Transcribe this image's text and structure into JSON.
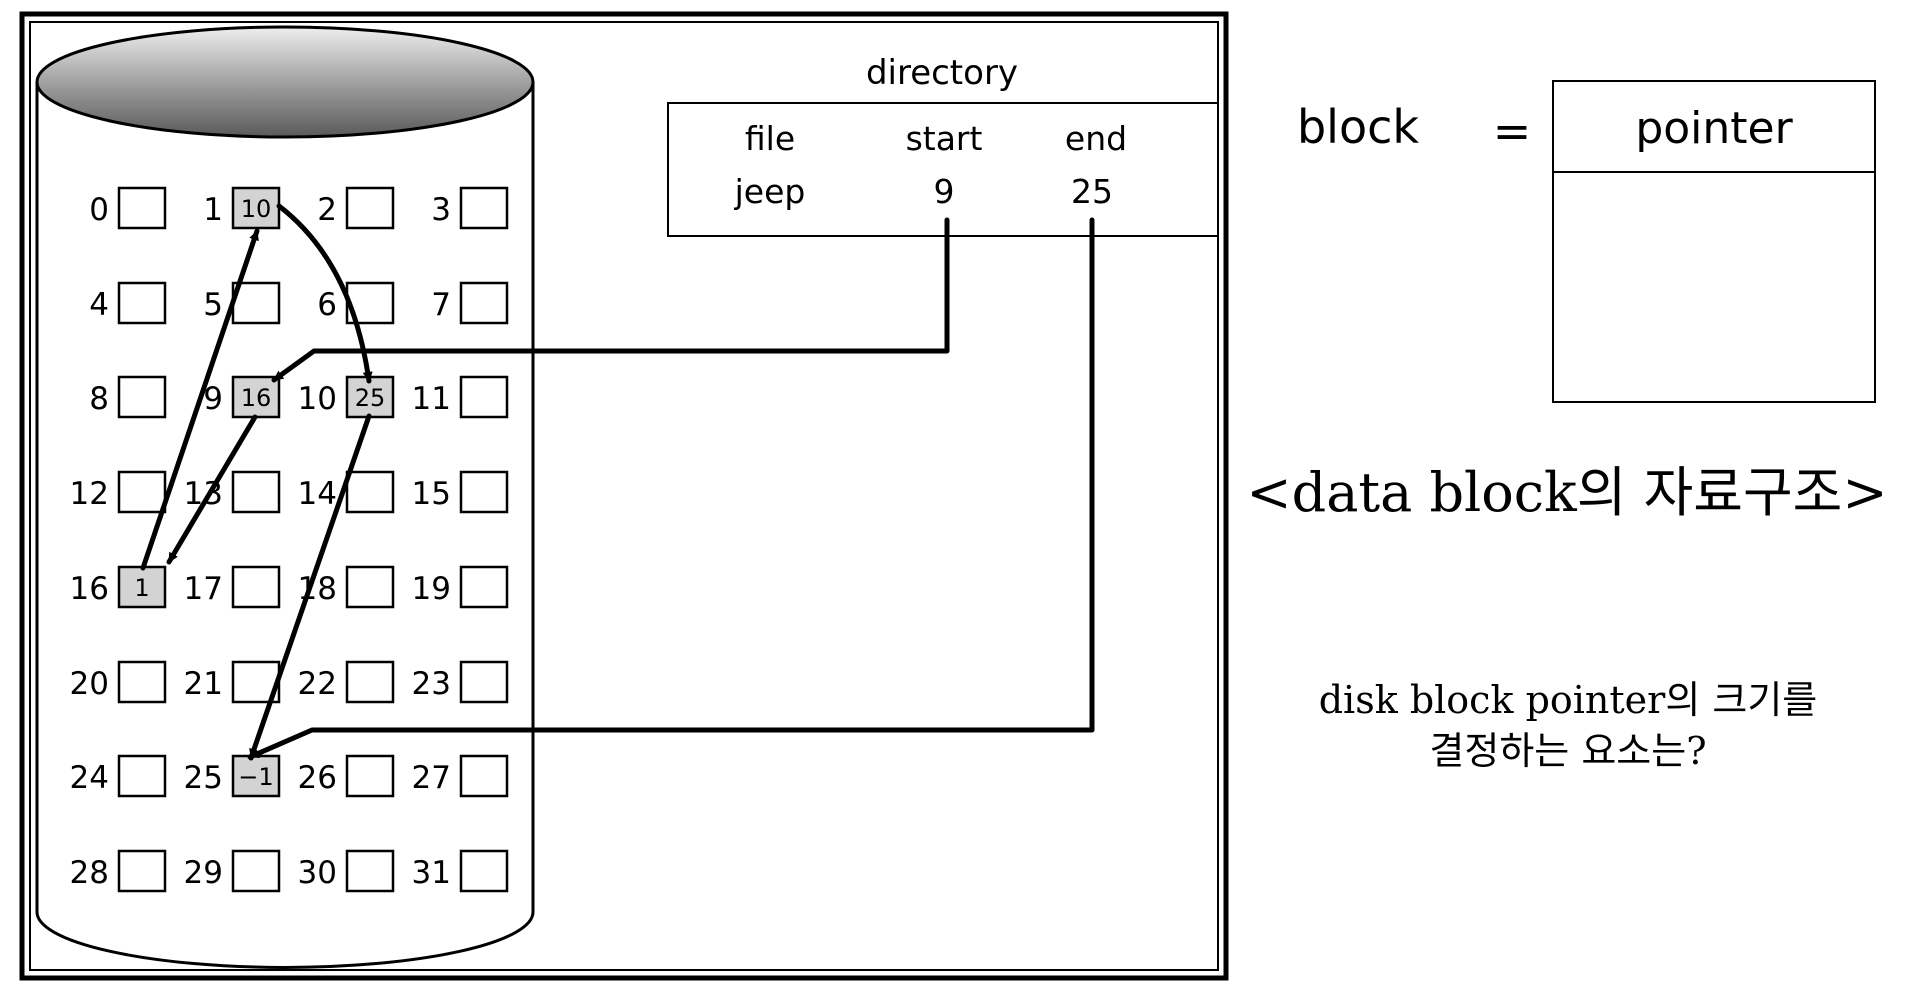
{
  "disk": {
    "blocks": [
      {
        "number": "0",
        "value": ""
      },
      {
        "number": "1",
        "value": "10"
      },
      {
        "number": "2",
        "value": ""
      },
      {
        "number": "3",
        "value": ""
      },
      {
        "number": "4",
        "value": ""
      },
      {
        "number": "5",
        "value": ""
      },
      {
        "number": "6",
        "value": ""
      },
      {
        "number": "7",
        "value": ""
      },
      {
        "number": "8",
        "value": ""
      },
      {
        "number": "9",
        "value": "16"
      },
      {
        "number": "10",
        "value": "25"
      },
      {
        "number": "11",
        "value": ""
      },
      {
        "number": "12",
        "value": ""
      },
      {
        "number": "13",
        "value": ""
      },
      {
        "number": "14",
        "value": ""
      },
      {
        "number": "15",
        "value": ""
      },
      {
        "number": "16",
        "value": "1"
      },
      {
        "number": "17",
        "value": ""
      },
      {
        "number": "18",
        "value": ""
      },
      {
        "number": "19",
        "value": ""
      },
      {
        "number": "20",
        "value": ""
      },
      {
        "number": "21",
        "value": ""
      },
      {
        "number": "22",
        "value": ""
      },
      {
        "number": "23",
        "value": ""
      },
      {
        "number": "24",
        "value": ""
      },
      {
        "number": "25",
        "value": "−1"
      },
      {
        "number": "26",
        "value": ""
      },
      {
        "number": "27",
        "value": ""
      },
      {
        "number": "28",
        "value": ""
      },
      {
        "number": "29",
        "value": ""
      },
      {
        "number": "30",
        "value": ""
      },
      {
        "number": "31",
        "value": ""
      }
    ],
    "highlight_fill": "#d3d3d3"
  },
  "directory": {
    "title": "directory",
    "headers": {
      "file": "file",
      "start": "start",
      "end": "end"
    },
    "row": {
      "file": "jeep",
      "start": "9",
      "end": "25"
    }
  },
  "block_structure": {
    "block_label": "block",
    "equals": "=",
    "pointer_label": "pointer",
    "caption": "<data block의 자료구조>"
  },
  "question": {
    "line1": "disk block pointer의 크기를",
    "line2": "결정하는 요소는?"
  }
}
